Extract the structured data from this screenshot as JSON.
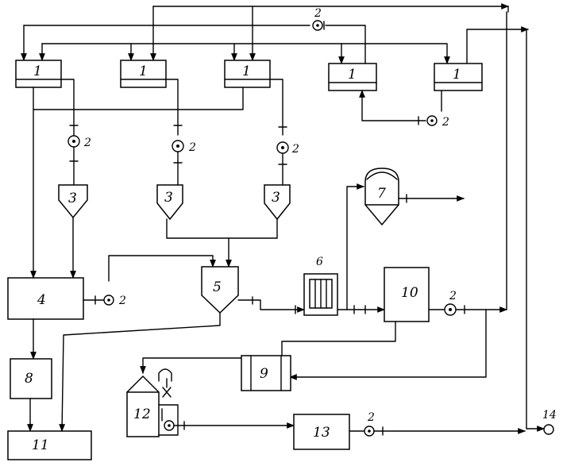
{
  "diagram": {
    "units": {
      "tank": "1",
      "pump": "2",
      "hopper": "3",
      "unit_4": "4",
      "unit_5": "5",
      "unit_6": "6",
      "unit_7": "7",
      "unit_8": "8",
      "unit_9": "9",
      "unit_10": "10",
      "unit_11": "11",
      "unit_12": "12",
      "unit_13": "13",
      "unit_14": "14"
    }
  }
}
